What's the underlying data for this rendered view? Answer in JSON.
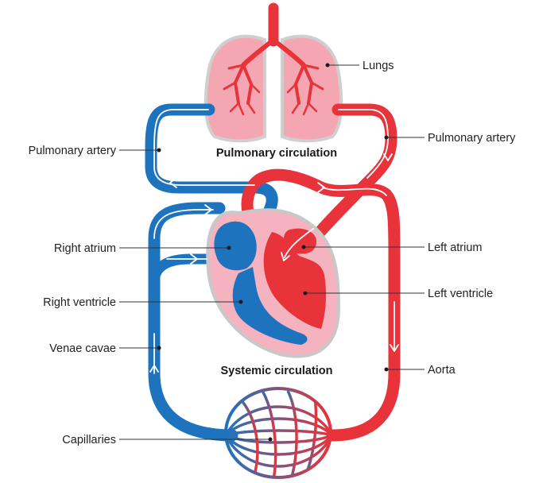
{
  "labels": {
    "lungs": "Lungs",
    "pulmonary_artery_left": "Pulmonary artery",
    "pulmonary_artery_right": "Pulmonary artery",
    "right_atrium": "Right atrium",
    "left_atrium": "Left atrium",
    "right_ventricle": "Right ventricle",
    "left_ventricle": "Left ventricle",
    "venae_cavae": "Venae cavae",
    "aorta": "Aorta",
    "capillaries": "Capillaries"
  },
  "regions": {
    "pulmonary": "Pulmonary circulation",
    "systemic": "Systemic circulation"
  },
  "colors": {
    "oxygenated": "#e8333a",
    "deoxygenated": "#1e73be",
    "lung_fill": "#f4a7b2",
    "lung_outline": "#cfcfcf",
    "heart_fill": "#f5b3c0",
    "heart_outline": "#c8c8c8",
    "flow_arrow": "#ffffff"
  }
}
